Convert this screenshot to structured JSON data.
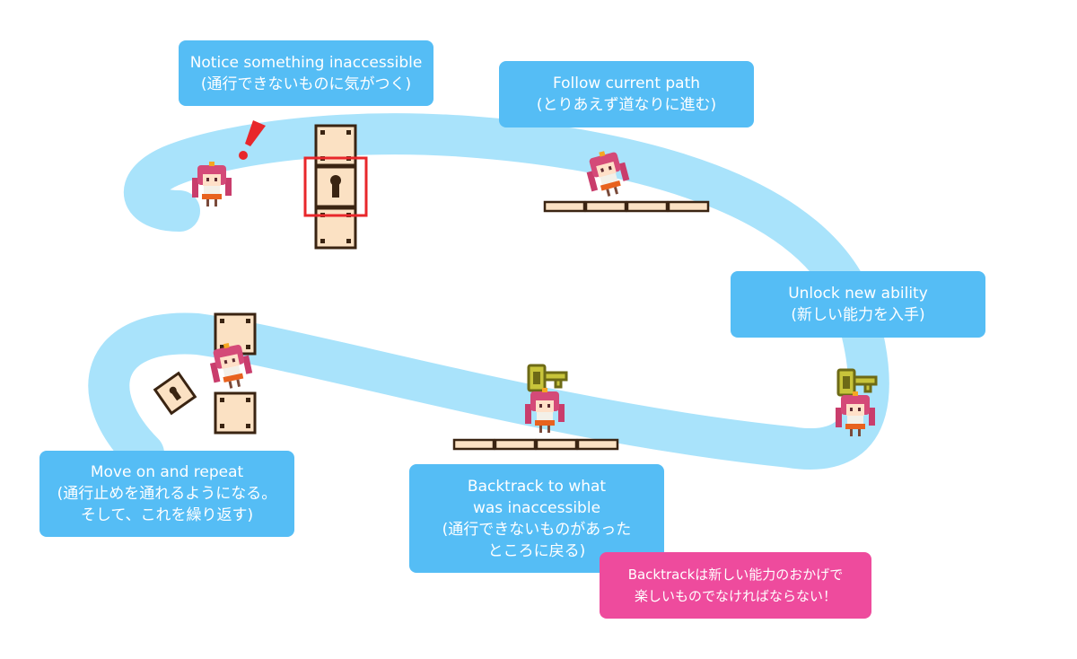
{
  "callouts": {
    "notice": {
      "line1": "Notice something inaccessible",
      "line2": "(通行できないものに気がつく)"
    },
    "follow": {
      "line1": "Follow current path",
      "line2": "(とりあえず道なりに進む)"
    },
    "unlock": {
      "line1": "Unlock new ability",
      "line2": "(新しい能力を入手)"
    },
    "move": {
      "line1": "Move on and repeat",
      "line2": "(通行止めを通れるようになる。",
      "line3": "そして、これを繰り返す)"
    },
    "back": {
      "line1": "Backtrack to what",
      "line2": "was inaccessible",
      "line3": "(通行できないものがあった",
      "line4": "ところに戻る)"
    },
    "fun": {
      "line1": "Backtrackは新しい能力のおかげで",
      "line2": "楽しいものでなければならない！"
    }
  },
  "colors": {
    "path": "#a9e3fb",
    "callout_blue": "#55bdf5",
    "callout_pink": "#ee4b9d",
    "alert_red": "#e8272b",
    "block_fill": "#fbe1c3",
    "block_border": "#3a2412",
    "key": "#c8c43a",
    "hair": "#d44a78"
  },
  "icons": {
    "exclamation": "exclamation-icon",
    "character": "pixel-girl-icon",
    "key": "key-icon",
    "lock": "keyhole-icon",
    "block": "crate-icon"
  }
}
